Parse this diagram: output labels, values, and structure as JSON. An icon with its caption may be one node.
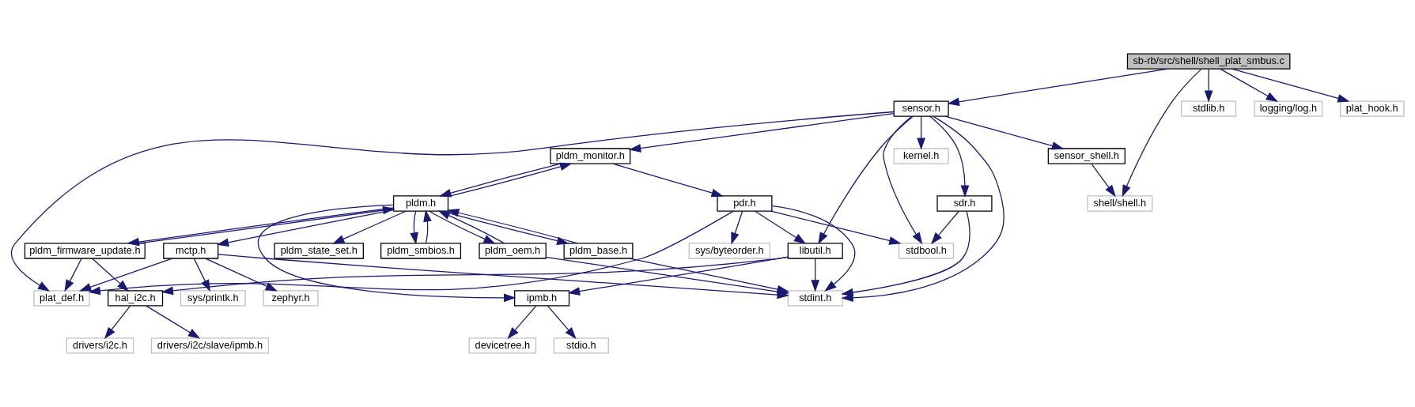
{
  "diagram": {
    "nodes": [
      {
        "text": [
          "sb-rb/src/shell/shell_plat_smbus.c"
        ]
      },
      {
        "text": [
          "sensor.h"
        ]
      },
      {
        "text": [
          "stdlib.h"
        ]
      },
      {
        "text": [
          "logging/log.h"
        ]
      },
      {
        "text": [
          "plat_hook.h"
        ]
      },
      {
        "text": [
          "kernel.h"
        ]
      },
      {
        "text": [
          "pldm_monitor.h"
        ]
      },
      {
        "text": [
          "sensor_shell.h"
        ]
      },
      {
        "text": [
          "sdr.h"
        ]
      },
      {
        "text": [
          "shell/shell.h"
        ]
      },
      {
        "text": [
          "pldm.h"
        ]
      },
      {
        "text": [
          "pdr.h"
        ]
      },
      {
        "text": [
          "stdbool.h"
        ]
      },
      {
        "text": [
          "sys/byteorder.h"
        ]
      },
      {
        "text": [
          "libutil.h"
        ]
      },
      {
        "text": [
          "pldm_base.h"
        ]
      },
      {
        "text": [
          "pldm_oem.h"
        ]
      },
      {
        "text": [
          "pldm_firmware_update.h"
        ]
      },
      {
        "text": [
          "pldm_state_set.h"
        ]
      },
      {
        "text": [
          "pldm_smbios.h"
        ]
      },
      {
        "text": [
          "mctp.h"
        ]
      },
      {
        "text": [
          "stdint.h"
        ]
      },
      {
        "text": [
          "plat_def.h"
        ]
      },
      {
        "text": [
          "sys/printk.h"
        ]
      },
      {
        "text": [
          "zephyr.h"
        ]
      },
      {
        "text": [
          "ipmb.h"
        ]
      },
      {
        "text": [
          "hal_i2c.h"
        ]
      },
      {
        "text": [
          "devicetree.h"
        ]
      },
      {
        "text": [
          "stdio.h"
        ]
      },
      {
        "text": [
          "drivers/i2c.h"
        ]
      },
      {
        "text": [
          "drivers/i2c/slave/ipmb.h"
        ]
      }
    ],
    "edges": [
      {
        "from": 0,
        "to": 1,
        "arrow": "to"
      },
      {
        "from": 0,
        "to": 9,
        "arrow": "to"
      },
      {
        "from": 0,
        "to": 2,
        "arrow": "to"
      },
      {
        "from": 0,
        "to": 3,
        "arrow": "to"
      },
      {
        "from": 0,
        "to": 4,
        "arrow": "to"
      },
      {
        "from": 1,
        "to": 8,
        "arrow": "to"
      },
      {
        "from": 1,
        "to": 12,
        "arrow": "to"
      },
      {
        "from": 1,
        "to": 21,
        "arrow": "to"
      },
      {
        "from": 1,
        "to": 14,
        "arrow": "to"
      },
      {
        "from": 1,
        "to": 6,
        "arrow": "to"
      },
      {
        "from": 1,
        "to": 5,
        "arrow": "to"
      },
      {
        "from": 1,
        "to": 22,
        "arrow": "to"
      },
      {
        "from": 1,
        "to": 7,
        "arrow": "to"
      },
      {
        "from": 7,
        "to": 9,
        "arrow": "to"
      },
      {
        "from": 8,
        "to": 12,
        "arrow": "to"
      },
      {
        "from": 8,
        "to": 21,
        "arrow": "to"
      },
      {
        "from": 6,
        "to": 11,
        "arrow": "to"
      },
      {
        "from": 6,
        "to": 10,
        "arrow": "to"
      },
      {
        "from": 10,
        "to": 6,
        "arrow": "to"
      },
      {
        "from": 11,
        "to": 12,
        "arrow": "to"
      },
      {
        "from": 11,
        "to": 21,
        "arrow": "to"
      },
      {
        "from": 11,
        "to": 13,
        "arrow": "to"
      },
      {
        "from": 11,
        "to": 14,
        "arrow": "to"
      },
      {
        "from": 11,
        "to": 22,
        "arrow": "to"
      },
      {
        "from": 10,
        "to": 15,
        "arrow": "to"
      },
      {
        "from": 15,
        "to": 10,
        "arrow": "to"
      },
      {
        "from": 10,
        "to": 16,
        "arrow": "to"
      },
      {
        "from": 16,
        "to": 10,
        "arrow": "to"
      },
      {
        "from": 10,
        "to": 25,
        "arrow": "to"
      },
      {
        "from": 10,
        "to": 17,
        "arrow": "to"
      },
      {
        "from": 17,
        "to": 10,
        "arrow": "to"
      },
      {
        "from": 10,
        "to": 18,
        "arrow": "to"
      },
      {
        "from": 10,
        "to": 19,
        "arrow": "to"
      },
      {
        "from": 19,
        "to": 10,
        "arrow": "to"
      },
      {
        "from": 10,
        "to": 20,
        "arrow": "to"
      },
      {
        "from": 14,
        "to": 21,
        "arrow": "to"
      },
      {
        "from": 14,
        "to": 25,
        "arrow": "to"
      },
      {
        "from": 14,
        "to": 26,
        "arrow": "to"
      },
      {
        "from": 15,
        "to": 21,
        "arrow": "to"
      },
      {
        "from": 16,
        "to": 21,
        "arrow": "to"
      },
      {
        "from": 17,
        "to": 26,
        "arrow": "to"
      },
      {
        "from": 17,
        "to": 22,
        "arrow": "to"
      },
      {
        "from": 20,
        "to": 21,
        "arrow": "to"
      },
      {
        "from": 20,
        "to": 22,
        "arrow": "to"
      },
      {
        "from": 20,
        "to": 23,
        "arrow": "to"
      },
      {
        "from": 20,
        "to": 24,
        "arrow": "to"
      },
      {
        "from": 25,
        "to": 27,
        "arrow": "to"
      },
      {
        "from": 25,
        "to": 28,
        "arrow": "to"
      },
      {
        "from": 26,
        "to": 29,
        "arrow": "to"
      },
      {
        "from": 26,
        "to": 30,
        "arrow": "to"
      }
    ]
  }
}
